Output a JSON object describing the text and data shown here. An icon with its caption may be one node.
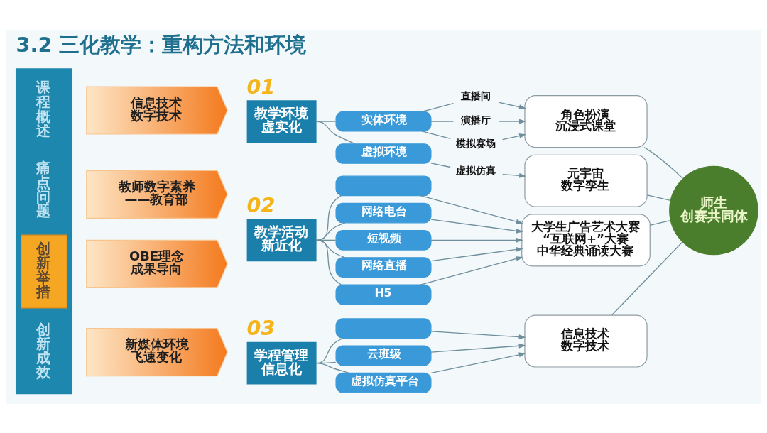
{
  "diagram": {
    "title": "3.2 三化教学：重构方法和环境",
    "nodes": [
      {
        "text": [],
        "shape": "bar"
      },
      {
        "text": [
          "课程概述"
        ],
        "in": 0
      },
      {
        "text": [
          "痛点问题"
        ],
        "in": 0
      },
      {
        "text": [
          "创新举措"
        ],
        "in": 0
      },
      {
        "text": [
          "创新成效"
        ],
        "in": 0
      },
      {
        "text": [
          "信息技术",
          "数字技术"
        ]
      },
      {
        "text": [
          "教师数字素养",
          "——教育部"
        ]
      },
      {
        "text": [
          "OBE理念",
          "成果导向"
        ]
      },
      {
        "text": [
          "新媒体环境",
          "飞速变化"
        ]
      },
      {
        "text": [
          "教学环境",
          "虚实化"
        ],
        "beside": [
          "01"
        ]
      },
      {
        "text": [
          "实体环境"
        ]
      },
      {
        "text": [
          "直播间"
        ]
      },
      {
        "text": [
          "演播厅"
        ]
      },
      {
        "text": [
          "模拟赛场"
        ]
      },
      {
        "text": [
          "虚拟环境"
        ]
      },
      {
        "text": [
          "虚拟仿真"
        ]
      },
      {
        "text": [
          "教学活动",
          "新近化"
        ],
        "beside": [
          "02"
        ]
      },
      {
        "text": [],
        "shape": "box"
      },
      {
        "text": [
          "网络电台"
        ]
      },
      {
        "text": [
          "短视频"
        ]
      },
      {
        "text": [
          "网络直播"
        ]
      },
      {
        "text": [
          "H5"
        ]
      },
      {
        "text": [
          "学程管理",
          "信息化"
        ],
        "beside": [
          "03"
        ]
      },
      {
        "text": [],
        "shape": "box"
      },
      {
        "text": [
          "云班级"
        ]
      },
      {
        "text": [
          "虚拟仿真平台"
        ]
      },
      {
        "text": [
          "角色扮演",
          "沉浸式课堂"
        ]
      },
      {
        "text": [
          "元宇宙",
          "数字孪生"
        ]
      },
      {
        "text": [
          "大学生广告艺术大赛",
          "“互联网+”大赛",
          "中华经典诵读大赛"
        ]
      },
      {
        "text": [
          "信息技术",
          "数字技术"
        ]
      },
      {
        "text": [
          "师生",
          "创赛共同体"
        ]
      }
    ],
    "edges": [
      {
        "from": 9,
        "to": 10,
        "arrow": "none"
      },
      {
        "from": 9,
        "to": 14,
        "arrow": "none"
      },
      {
        "from": 10,
        "to": 11,
        "arrow": "none"
      },
      {
        "from": 10,
        "to": 12,
        "arrow": "none"
      },
      {
        "from": 10,
        "to": 13,
        "arrow": "none"
      },
      {
        "from": 11,
        "to": 26,
        "arrow": "to"
      },
      {
        "from": 12,
        "to": 26,
        "arrow": "to"
      },
      {
        "from": 13,
        "to": 26,
        "arrow": "to"
      },
      {
        "from": 14,
        "to": 15,
        "arrow": "none"
      },
      {
        "from": 15,
        "to": 27,
        "arrow": "to"
      },
      {
        "from": 16,
        "to": 17,
        "arrow": "none"
      },
      {
        "from": 16,
        "to": 18,
        "arrow": "none"
      },
      {
        "from": 16,
        "to": 19,
        "arrow": "none"
      },
      {
        "from": 16,
        "to": 20,
        "arrow": "none"
      },
      {
        "from": 16,
        "to": 21,
        "arrow": "none"
      },
      {
        "from": 17,
        "to": 28,
        "arrow": "to"
      },
      {
        "from": 18,
        "to": 28,
        "arrow": "to"
      },
      {
        "from": 19,
        "to": 28,
        "arrow": "to"
      },
      {
        "from": 20,
        "to": 28,
        "arrow": "to"
      },
      {
        "from": 21,
        "to": 28,
        "arrow": "to"
      },
      {
        "from": 22,
        "to": 23,
        "arrow": "none"
      },
      {
        "from": 22,
        "to": 24,
        "arrow": "none"
      },
      {
        "from": 22,
        "to": 25,
        "arrow": "none"
      },
      {
        "from": 23,
        "to": 29,
        "arrow": "to"
      },
      {
        "from": 24,
        "to": 29,
        "arrow": "to"
      },
      {
        "from": 25,
        "to": 29,
        "arrow": "to"
      },
      {
        "from": 26,
        "to": 30,
        "arrow": "none"
      },
      {
        "from": 27,
        "to": 30,
        "arrow": "none"
      },
      {
        "from": 28,
        "to": 30,
        "arrow": "none"
      },
      {
        "from": 29,
        "to": 30,
        "arrow": "none"
      }
    ]
  }
}
